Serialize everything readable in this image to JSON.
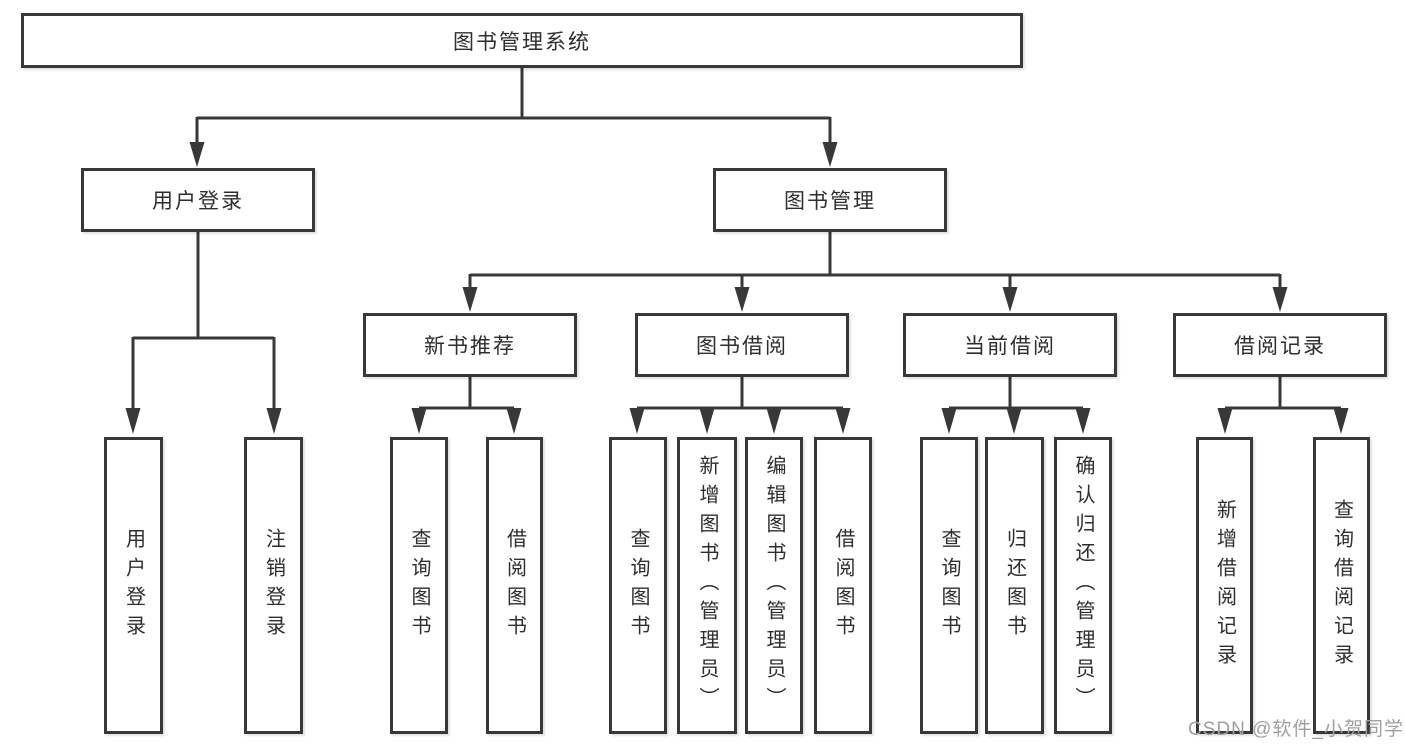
{
  "root": {
    "label": "图书管理系统"
  },
  "branches": [
    {
      "label": "用户登录",
      "children": [
        {
          "label": "用户登录"
        },
        {
          "label": "注销登录"
        }
      ]
    },
    {
      "label": "图书管理",
      "children": [
        {
          "label": "新书推荐",
          "children": [
            {
              "label": "查询图书"
            },
            {
              "label": "借阅图书"
            }
          ]
        },
        {
          "label": "图书借阅",
          "children": [
            {
              "label": "查询图书"
            },
            {
              "label": "新增图书（管理员）"
            },
            {
              "label": "编辑图书（管理员）"
            },
            {
              "label": "借阅图书"
            }
          ]
        },
        {
          "label": "当前借阅",
          "children": [
            {
              "label": "查询图书"
            },
            {
              "label": "归还图书"
            },
            {
              "label": "确认归还（管理员）"
            }
          ]
        },
        {
          "label": "借阅记录",
          "children": [
            {
              "label": "新增借阅记录"
            },
            {
              "label": "查询借阅记录"
            }
          ]
        }
      ]
    }
  ],
  "watermark": {
    "text": "CSDN @软件_小贺同学"
  },
  "colors": {
    "line": "#383838",
    "text": "#2e2e2e",
    "watermark": "#a0a0a0",
    "background": "#ffffff"
  }
}
